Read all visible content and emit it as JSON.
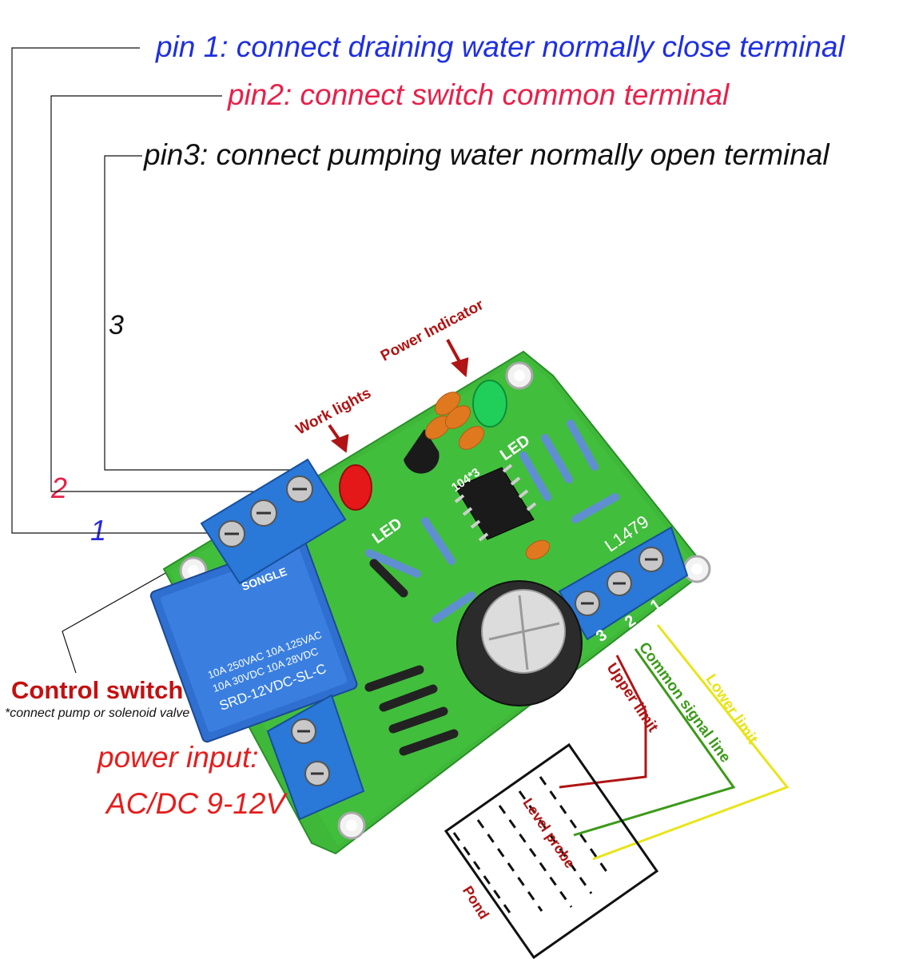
{
  "labels": {
    "pin1": "pin 1:  connect  draining water normally close terminal",
    "pin2": "pin2: connect  switch common terminal",
    "pin3": "pin3: connect  pumping water normally open terminal",
    "num3": "3",
    "num2": "2",
    "num1": "1",
    "power_indicator": "Power Indicator",
    "work_lights": "Work lights",
    "control_switch": "Control switch",
    "control_switch_note": "*connect pump or  solenoid valve",
    "power_input": "power input:",
    "power_voltage": "AC/DC 9-12V",
    "upper_limit": "Upper limit",
    "common_signal_line": "Common signal line",
    "lower_limit": "Lower limit",
    "level_probe": "Level probe",
    "pond": "Pond"
  },
  "board": {
    "led_label_red": "LED",
    "led_label_green": "LED",
    "board_id": "L1479",
    "cap_code": "104*3",
    "terminal_numbers": [
      "3",
      "2",
      "1"
    ]
  },
  "relay": {
    "brand": "SONGLE",
    "rating_1": "10A 250VAC 10A 125VAC",
    "rating_2": "10A  30VDC 10A  28VDC",
    "model": "SRD-12VDC-SL-C"
  },
  "colors": {
    "pin1": "#1f2fe0",
    "pin2": "#e8204a",
    "pin3": "#111111",
    "dark_red": "#b01414",
    "power_red": "#e41e1e",
    "green_wire": "#3c9a1a",
    "yellow_wire": "#e8e41a",
    "pcb_green": "#3fb83a",
    "terminal_blue": "#2a78d8"
  }
}
